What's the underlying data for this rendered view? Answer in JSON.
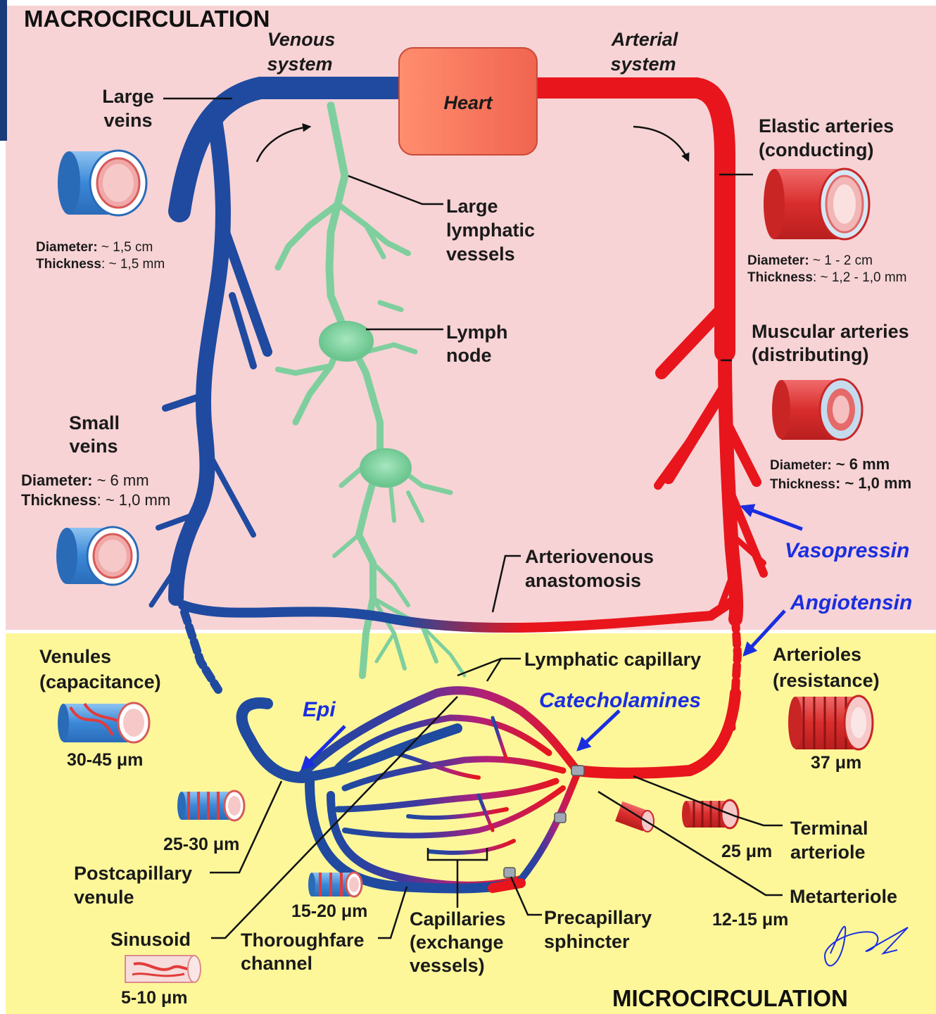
{
  "sections": {
    "macro": "MACROCIRCULATION",
    "micro": "MICROCIRCULATION"
  },
  "labels": {
    "venous": [
      "Venous",
      "system"
    ],
    "arterial": [
      "Arterial",
      "system"
    ],
    "heart": "Heart",
    "large_veins": [
      "Large",
      "veins"
    ],
    "small_veins": [
      "Small",
      "veins"
    ],
    "elastic_arteries": [
      "Elastic arteries",
      "(conducting)"
    ],
    "muscular_arteries": [
      "Muscular arteries",
      "(distributing)"
    ],
    "large_lymphatic": [
      "Large",
      "lymphatic",
      "vessels"
    ],
    "lymph_node": [
      "Lymph",
      "node"
    ],
    "av_anastomosis": [
      "Arteriovenous",
      "anastomosis"
    ],
    "lymphatic_capillary": "Lymphatic capillary",
    "venules": [
      "Venules",
      "(capacitance)"
    ],
    "arterioles": [
      "Arterioles",
      "(resistance)"
    ],
    "postcapillary": [
      "Postcapillary",
      "venule"
    ],
    "sinusoid": "Sinusoid",
    "thoroughfare": [
      "Thoroughfare",
      "channel"
    ],
    "capillaries": [
      "Capillaries",
      "(exchange",
      "vessels)"
    ],
    "precapillary": [
      "Precapillary",
      "sphincter"
    ],
    "terminal_arteriole": [
      "Terminal",
      "arteriole"
    ],
    "metarteriole": "Metarteriole"
  },
  "measurements": {
    "large_veins": {
      "d_key": "Diameter:",
      "d_val": " ~  1,5 cm",
      "t_key": "Thickness",
      "t_val": ": ~ 1,5 mm"
    },
    "small_veins": {
      "d_key": "Diameter:",
      "d_val": " ~  6 mm",
      "t_key": "Thickness",
      "t_val": ": ~ 1,0 mm"
    },
    "elastic": {
      "d_key": "Diameter:",
      "d_val": " ~  1 - 2 cm",
      "t_key": "Thickness",
      "t_val": ": ~ 1,2 - 1,0 mm"
    },
    "muscular": {
      "d_key": "Diameter:",
      "d_val": " ~  6 mm",
      "t_key": "Thickness",
      "t_val": ": ~ 1,0 mm"
    }
  },
  "sizes": {
    "venules": "30-45 μm",
    "postcap": "25-30 μm",
    "capillary": "15-20 μm",
    "sinusoid": "5-10 μm",
    "arterioles": "37 μm",
    "terminal": "25 μm",
    "metarteriole": "12-15 μm"
  },
  "hormones": {
    "vasopressin": "Vasopressin",
    "angiotensin": "Angiotensin",
    "catecholamines": "Catecholamines",
    "epi": "Epi"
  },
  "colors": {
    "macro_bg": "#f7d3d5",
    "micro_bg": "#fdf79a",
    "vein": "#1f4aa0",
    "artery": "#e8151c",
    "lymph": "#7fcf9e",
    "hormone_blue": "#1a2ee0"
  }
}
